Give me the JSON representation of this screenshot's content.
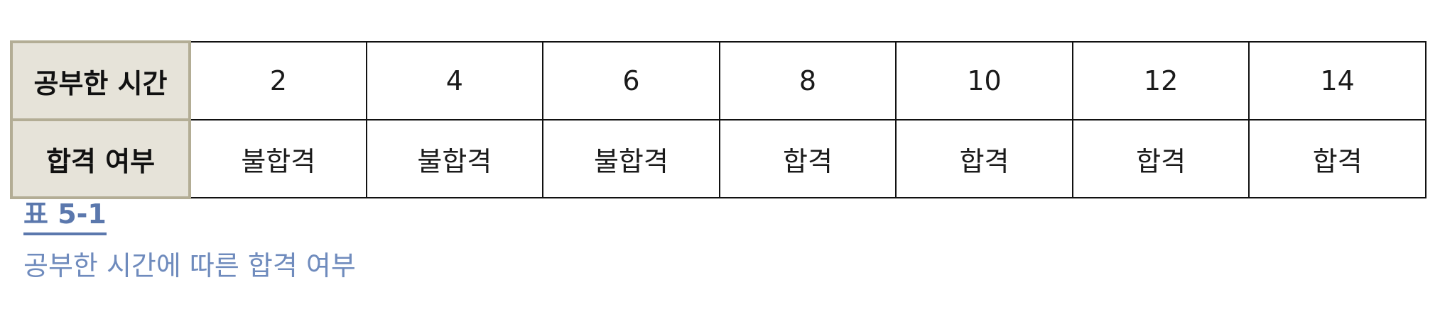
{
  "table": {
    "rows": [
      {
        "header": "공부한 시간",
        "cells": [
          "2",
          "4",
          "6",
          "8",
          "10",
          "12",
          "14"
        ]
      },
      {
        "header": "합격 여부",
        "cells": [
          "불합격",
          "불합격",
          "불합격",
          "합격",
          "합격",
          "합격",
          "합격"
        ]
      }
    ]
  },
  "caption": {
    "number": "표 5-1",
    "title": "공부한 시간에 따른 합격 여부"
  },
  "colors": {
    "header_bg": "#e6e3d9",
    "header_border": "#b3ad95",
    "caption_accent": "#5b78ad"
  }
}
